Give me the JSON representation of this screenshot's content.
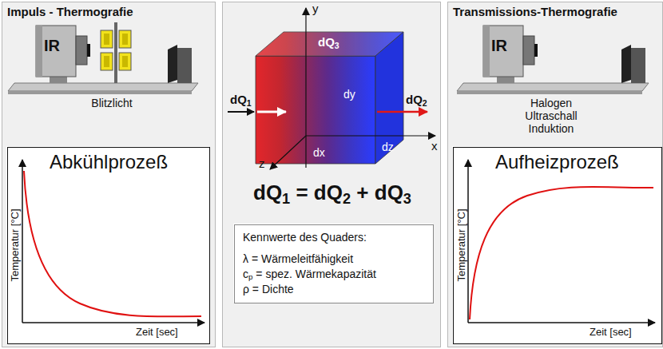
{
  "diagram": {
    "nodes": [
      {
        "text": [
          "Impuls - Thermografie"
        ]
      },
      {
        "text": [
          "Abkühlprozeß",
          "Temperatur [°C]",
          "Zeit [sec]"
        ],
        "in": 0
      },
      {
        "text": [
          "dQ1 = dQ2 + dQ3"
        ]
      },
      {
        "text": [
          "Kennwerte des Quaders:",
          "λ = Wärmeleitfähigkeit",
          "cp = spez. Wärmekapazität",
          "ρ = Dichte"
        ],
        "in": 2
      },
      {
        "text": [
          "Transmissions-Thermografie"
        ]
      },
      {
        "text": [
          "Aufheizprozeß",
          "Temperatur [°C]",
          "Zeit [sec]"
        ],
        "in": 4
      }
    ],
    "labels": [
      "IR",
      "Blitzlicht",
      "y",
      "dQ3",
      "dQ1",
      "dQ2",
      "dy",
      "x",
      "z",
      "dx",
      "dz",
      "IR",
      "Halogen Ultraschall Induktion"
    ]
  }
}
